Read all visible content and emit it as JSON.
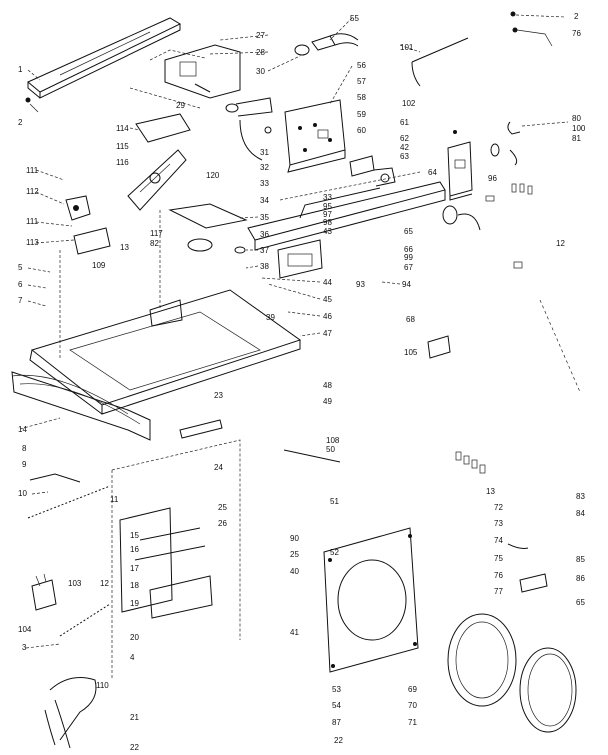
{
  "labels": [
    {
      "id": "55",
      "t": "55"
    },
    {
      "id": "2a",
      "t": "2"
    },
    {
      "id": "76",
      "t": "76"
    },
    {
      "id": "27",
      "t": "27"
    },
    {
      "id": "28",
      "t": "28"
    },
    {
      "id": "1",
      "t": "1"
    },
    {
      "id": "30",
      "t": "30"
    },
    {
      "id": "56",
      "t": "56"
    },
    {
      "id": "101",
      "t": "101"
    },
    {
      "id": "57",
      "t": "57"
    },
    {
      "id": "58",
      "t": "58"
    },
    {
      "id": "102",
      "t": "102"
    },
    {
      "id": "2b",
      "t": "2"
    },
    {
      "id": "29",
      "t": "29"
    },
    {
      "id": "59",
      "t": "59"
    },
    {
      "id": "60",
      "t": "60"
    },
    {
      "id": "61",
      "t": "61"
    },
    {
      "id": "80",
      "t": "80"
    },
    {
      "id": "100",
      "t": "100"
    },
    {
      "id": "81",
      "t": "81"
    },
    {
      "id": "114",
      "t": "114"
    },
    {
      "id": "62",
      "t": "62"
    },
    {
      "id": "42",
      "t": "42"
    },
    {
      "id": "63",
      "t": "63"
    },
    {
      "id": "115",
      "t": "115"
    },
    {
      "id": "116",
      "t": "116"
    },
    {
      "id": "31",
      "t": "31"
    },
    {
      "id": "64",
      "t": "64"
    },
    {
      "id": "111a",
      "t": "111"
    },
    {
      "id": "120",
      "t": "120"
    },
    {
      "id": "32",
      "t": "32"
    },
    {
      "id": "33a",
      "t": "33"
    },
    {
      "id": "96",
      "t": "96"
    },
    {
      "id": "112",
      "t": "112"
    },
    {
      "id": "34",
      "t": "34"
    },
    {
      "id": "33b",
      "t": "33"
    },
    {
      "id": "95",
      "t": "95"
    },
    {
      "id": "97",
      "t": "97"
    },
    {
      "id": "98",
      "t": "98"
    },
    {
      "id": "35",
      "t": "35"
    },
    {
      "id": "111b",
      "t": "111"
    },
    {
      "id": "117",
      "t": "117"
    },
    {
      "id": "43",
      "t": "43"
    },
    {
      "id": "65",
      "t": "65"
    },
    {
      "id": "36",
      "t": "36"
    },
    {
      "id": "113",
      "t": "113"
    },
    {
      "id": "13a",
      "t": "13"
    },
    {
      "id": "82",
      "t": "82"
    },
    {
      "id": "37",
      "t": "37"
    },
    {
      "id": "66",
      "t": "66"
    },
    {
      "id": "99",
      "t": "99"
    },
    {
      "id": "12a",
      "t": "12"
    },
    {
      "id": "5",
      "t": "5"
    },
    {
      "id": "109",
      "t": "109"
    },
    {
      "id": "38",
      "t": "38"
    },
    {
      "id": "67",
      "t": "67"
    },
    {
      "id": "6",
      "t": "6"
    },
    {
      "id": "44",
      "t": "44"
    },
    {
      "id": "93",
      "t": "93"
    },
    {
      "id": "94",
      "t": "94"
    },
    {
      "id": "45",
      "t": "45"
    },
    {
      "id": "7",
      "t": "7"
    },
    {
      "id": "68",
      "t": "68"
    },
    {
      "id": "39",
      "t": "39"
    },
    {
      "id": "46",
      "t": "46"
    },
    {
      "id": "47",
      "t": "47"
    },
    {
      "id": "105",
      "t": "105"
    },
    {
      "id": "23",
      "t": "23"
    },
    {
      "id": "48",
      "t": "48"
    },
    {
      "id": "49",
      "t": "49"
    },
    {
      "id": "14",
      "t": "14"
    },
    {
      "id": "108",
      "t": "108"
    },
    {
      "id": "50",
      "t": "50"
    },
    {
      "id": "8",
      "t": "8"
    },
    {
      "id": "9",
      "t": "9"
    },
    {
      "id": "24",
      "t": "24"
    },
    {
      "id": "13b",
      "t": "13"
    },
    {
      "id": "83",
      "t": "83"
    },
    {
      "id": "10",
      "t": "10"
    },
    {
      "id": "51",
      "t": "51"
    },
    {
      "id": "72",
      "t": "72"
    },
    {
      "id": "11",
      "t": "11"
    },
    {
      "id": "25a",
      "t": "25"
    },
    {
      "id": "84",
      "t": "84"
    },
    {
      "id": "26",
      "t": "26"
    },
    {
      "id": "73",
      "t": "73"
    },
    {
      "id": "15",
      "t": "15"
    },
    {
      "id": "16",
      "t": "16"
    },
    {
      "id": "90",
      "t": "90"
    },
    {
      "id": "74",
      "t": "74"
    },
    {
      "id": "52",
      "t": "52"
    },
    {
      "id": "25b",
      "t": "25"
    },
    {
      "id": "75",
      "t": "75"
    },
    {
      "id": "85",
      "t": "85"
    },
    {
      "id": "17",
      "t": "17"
    },
    {
      "id": "40",
      "t": "40"
    },
    {
      "id": "76b",
      "t": "76"
    },
    {
      "id": "86",
      "t": "86"
    },
    {
      "id": "103",
      "t": "103"
    },
    {
      "id": "12b",
      "t": "12"
    },
    {
      "id": "18",
      "t": "18"
    },
    {
      "id": "77",
      "t": "77"
    },
    {
      "id": "65b",
      "t": "65"
    },
    {
      "id": "19",
      "t": "19"
    },
    {
      "id": "104",
      "t": "104"
    },
    {
      "id": "41",
      "t": "41"
    },
    {
      "id": "3",
      "t": "3"
    },
    {
      "id": "20",
      "t": "20"
    },
    {
      "id": "4",
      "t": "4"
    },
    {
      "id": "53",
      "t": "53"
    },
    {
      "id": "69",
      "t": "69"
    },
    {
      "id": "110",
      "t": "110"
    },
    {
      "id": "54",
      "t": "54"
    },
    {
      "id": "70",
      "t": "70"
    },
    {
      "id": "21",
      "t": "21"
    },
    {
      "id": "87",
      "t": "87"
    },
    {
      "id": "71",
      "t": "71"
    },
    {
      "id": "22a",
      "t": "22"
    },
    {
      "id": "22b",
      "t": "22"
    }
  ]
}
